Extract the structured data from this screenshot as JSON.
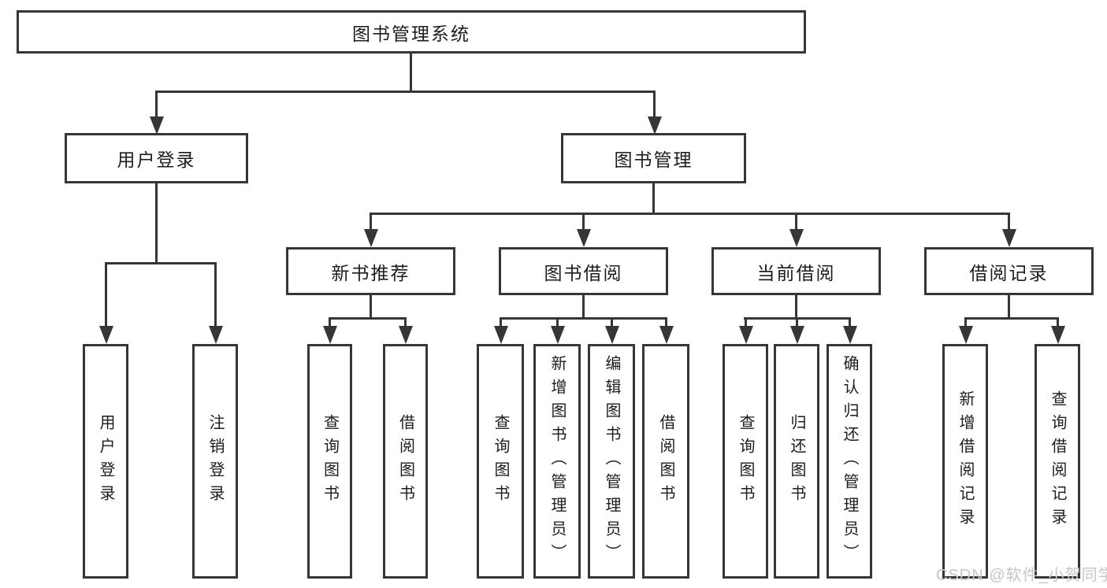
{
  "diagram": {
    "root": {
      "label": "图书管理系统"
    },
    "level2": [
      {
        "label": "用户登录"
      },
      {
        "label": "图书管理"
      }
    ],
    "level3": [
      {
        "label": "新书推荐"
      },
      {
        "label": "图书借阅"
      },
      {
        "label": "当前借阅"
      },
      {
        "label": "借阅记录"
      }
    ],
    "groups": [
      {
        "parent": "用户登录",
        "children": [
          "用户登录",
          "注销登录"
        ]
      },
      {
        "parent": "新书推荐",
        "children": [
          "查询图书",
          "借阅图书"
        ]
      },
      {
        "parent": "图书借阅",
        "children": [
          "查询图书",
          "新增图书（管理员）",
          "编辑图书（管理员）",
          "借阅图书"
        ]
      },
      {
        "parent": "当前借阅",
        "children": [
          "查询图书",
          "归还图书",
          "确认归还（管理员）"
        ]
      },
      {
        "parent": "借阅记录",
        "children": [
          "新增借阅记录",
          "查询借阅记录"
        ]
      }
    ]
  },
  "watermark": {
    "text": "CSDN @软件_小贺同学"
  },
  "colors": {
    "line": "#363636",
    "text": "#1d1d1d",
    "background": "#ffffff",
    "watermark": "#c9c5c5"
  }
}
